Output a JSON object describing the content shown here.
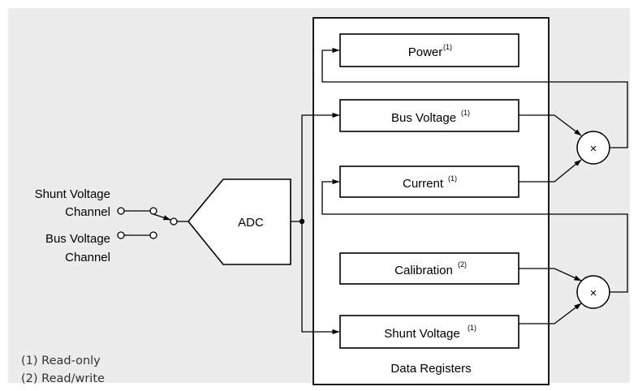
{
  "diagram": {
    "background": "#ececec",
    "inputs": {
      "shunt_line1": "Shunt Voltage",
      "shunt_line2": "Channel",
      "bus_line1": "Bus Voltage",
      "bus_line2": "Channel"
    },
    "adc_label": "ADC",
    "registers_title": "Data Registers",
    "registers": {
      "power": {
        "label": "Power",
        "note": "(1)"
      },
      "bus_voltage": {
        "label": "Bus Voltage",
        "note": "(1)"
      },
      "current": {
        "label": "Current",
        "note": "(1)"
      },
      "calibration": {
        "label": "Calibration",
        "note": "(2)"
      },
      "shunt_voltage": {
        "label": "Shunt Voltage",
        "note": "(1)"
      }
    },
    "multiplier_symbol": "×",
    "footnotes": {
      "read_only": "(1) Read-only",
      "read_write": "(2) Read/write"
    }
  }
}
